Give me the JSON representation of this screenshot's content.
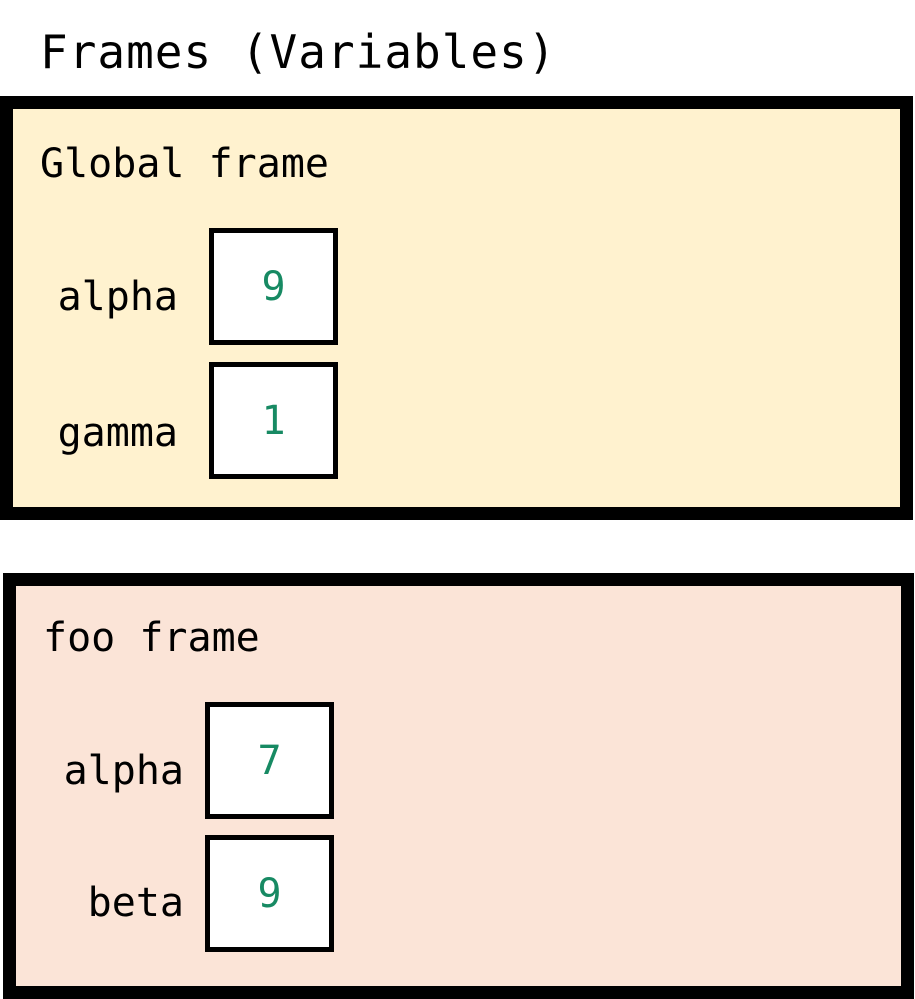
{
  "title": "Frames (Variables)",
  "value_color": "#178a63",
  "frames": [
    {
      "name": "Global frame",
      "background": "#fff2cf",
      "variables": [
        {
          "name": "alpha",
          "value": "9"
        },
        {
          "name": "gamma",
          "value": "1"
        }
      ]
    },
    {
      "name": "foo frame",
      "background": "#fbe4d7",
      "variables": [
        {
          "name": "alpha",
          "value": "7"
        },
        {
          "name": "beta",
          "value": "9"
        }
      ]
    }
  ]
}
